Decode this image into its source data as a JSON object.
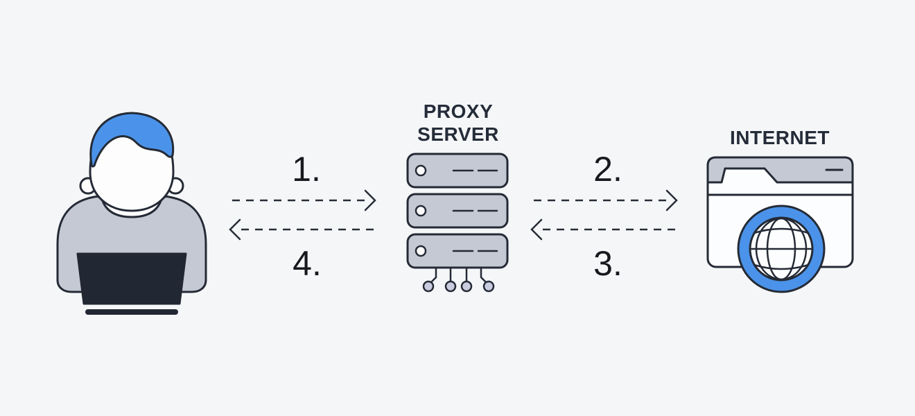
{
  "diagram": {
    "title": "proxy-server-flow-diagram",
    "background_color": "#f5f6f8",
    "outline_color": "#242a35",
    "accent_blue": "#4b93ea",
    "fill_gray": "#c5c9d3",
    "connector_dot_color": "#c9cbde",
    "laptop_color": "#212733"
  },
  "nodes": {
    "user": {
      "name": "user"
    },
    "proxy": {
      "line1": "PROXY",
      "line2": "SERVER"
    },
    "internet": {
      "label": "INTERNET"
    }
  },
  "flows": [
    {
      "label": "1.",
      "from": "user",
      "to": "proxy",
      "direction": "right"
    },
    {
      "label": "2.",
      "from": "proxy",
      "to": "internet",
      "direction": "right"
    },
    {
      "label": "3.",
      "from": "internet",
      "to": "proxy",
      "direction": "left"
    },
    {
      "label": "4.",
      "from": "proxy",
      "to": "user",
      "direction": "left"
    }
  ]
}
